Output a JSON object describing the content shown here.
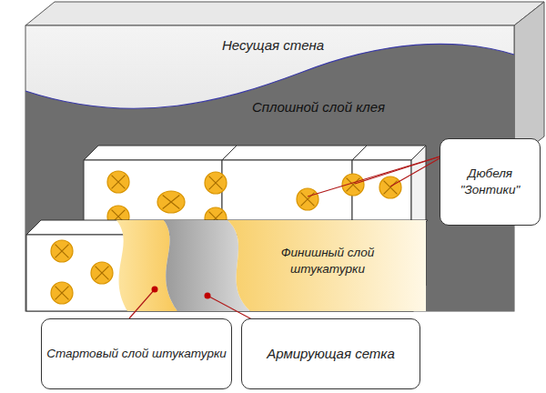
{
  "diagram": {
    "nodes": [
      {
        "text": [
          "Несущая стена"
        ]
      },
      {
        "text": [
          "Сплошной слой клея"
        ]
      },
      {
        "text": [
          "Дюбеля \"Зонтики\""
        ]
      },
      {
        "text": [
          "Финишный слой штукатурки"
        ]
      },
      {
        "text": [
          "Стартовый слой штукатурки"
        ]
      },
      {
        "text": [
          "Армирующая сетка"
        ]
      }
    ]
  }
}
